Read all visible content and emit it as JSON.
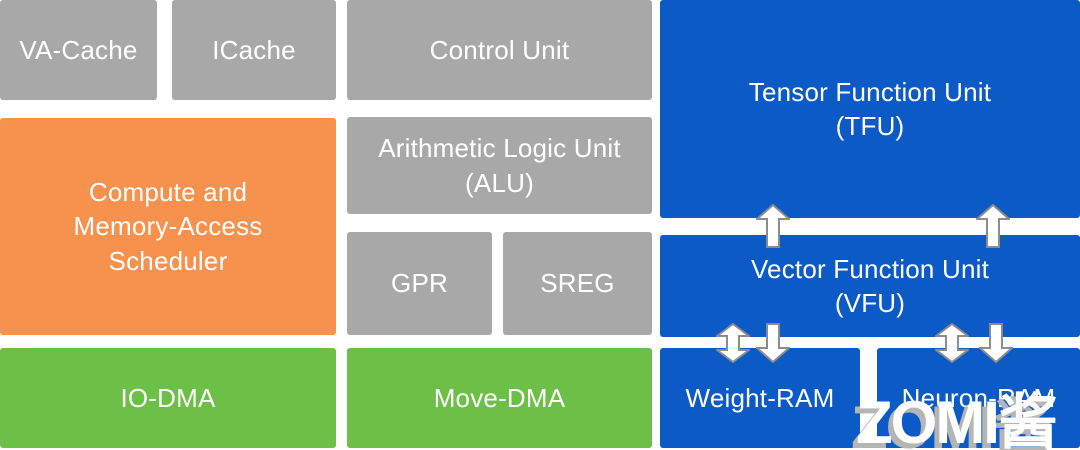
{
  "blocks": {
    "va_cache": {
      "lines": [
        "VA-Cache"
      ],
      "color": "gray"
    },
    "icache": {
      "lines": [
        "ICache"
      ],
      "color": "gray"
    },
    "control_unit": {
      "lines": [
        "Control Unit"
      ],
      "color": "gray"
    },
    "tfu": {
      "lines": [
        "Tensor Function Unit",
        "(TFU)"
      ],
      "color": "blue"
    },
    "scheduler": {
      "lines": [
        "Compute and",
        "Memory-Access",
        "Scheduler"
      ],
      "color": "orange"
    },
    "alu": {
      "lines": [
        "Arithmetic Logic Unit",
        "(ALU)"
      ],
      "color": "gray"
    },
    "gpr": {
      "lines": [
        "GPR"
      ],
      "color": "gray"
    },
    "sreg": {
      "lines": [
        "SREG"
      ],
      "color": "gray"
    },
    "vfu": {
      "lines": [
        "Vector Function Unit",
        "(VFU)"
      ],
      "color": "blue"
    },
    "io_dma": {
      "lines": [
        "IO-DMA"
      ],
      "color": "green"
    },
    "move_dma": {
      "lines": [
        "Move-DMA"
      ],
      "color": "green"
    },
    "weight_ram": {
      "lines": [
        "Weight-RAM"
      ],
      "color": "blue"
    },
    "neuron_ram": {
      "lines": [
        "Neuron-RAM"
      ],
      "color": "blue"
    }
  },
  "arrows": [
    {
      "icon": "up-arrow-icon",
      "from": "vfu",
      "to": "tfu"
    },
    {
      "icon": "up-arrow-icon",
      "from": "vfu",
      "to": "tfu"
    },
    {
      "icon": "double-arrow-icon",
      "from": "vfu",
      "to": "weight_ram"
    },
    {
      "icon": "down-arrow-icon",
      "from": "vfu",
      "to": "weight_ram"
    },
    {
      "icon": "double-arrow-icon",
      "from": "vfu",
      "to": "neuron_ram"
    },
    {
      "icon": "down-arrow-icon",
      "from": "vfu",
      "to": "neuron_ram"
    }
  ],
  "watermark": {
    "text": "ZOMI酱"
  },
  "colors": {
    "gray": "#a8a8a8",
    "orange": "#f6914e",
    "green": "#6cbf47",
    "blue": "#0b5ac6",
    "block_text": "#ffffff",
    "arrow_fill": "#ffffff",
    "arrow_stroke": "#8c8c8c",
    "watermark_text": "#ffffff",
    "watermark_shadow": "#b5b5b5",
    "background": "#ffffff"
  }
}
